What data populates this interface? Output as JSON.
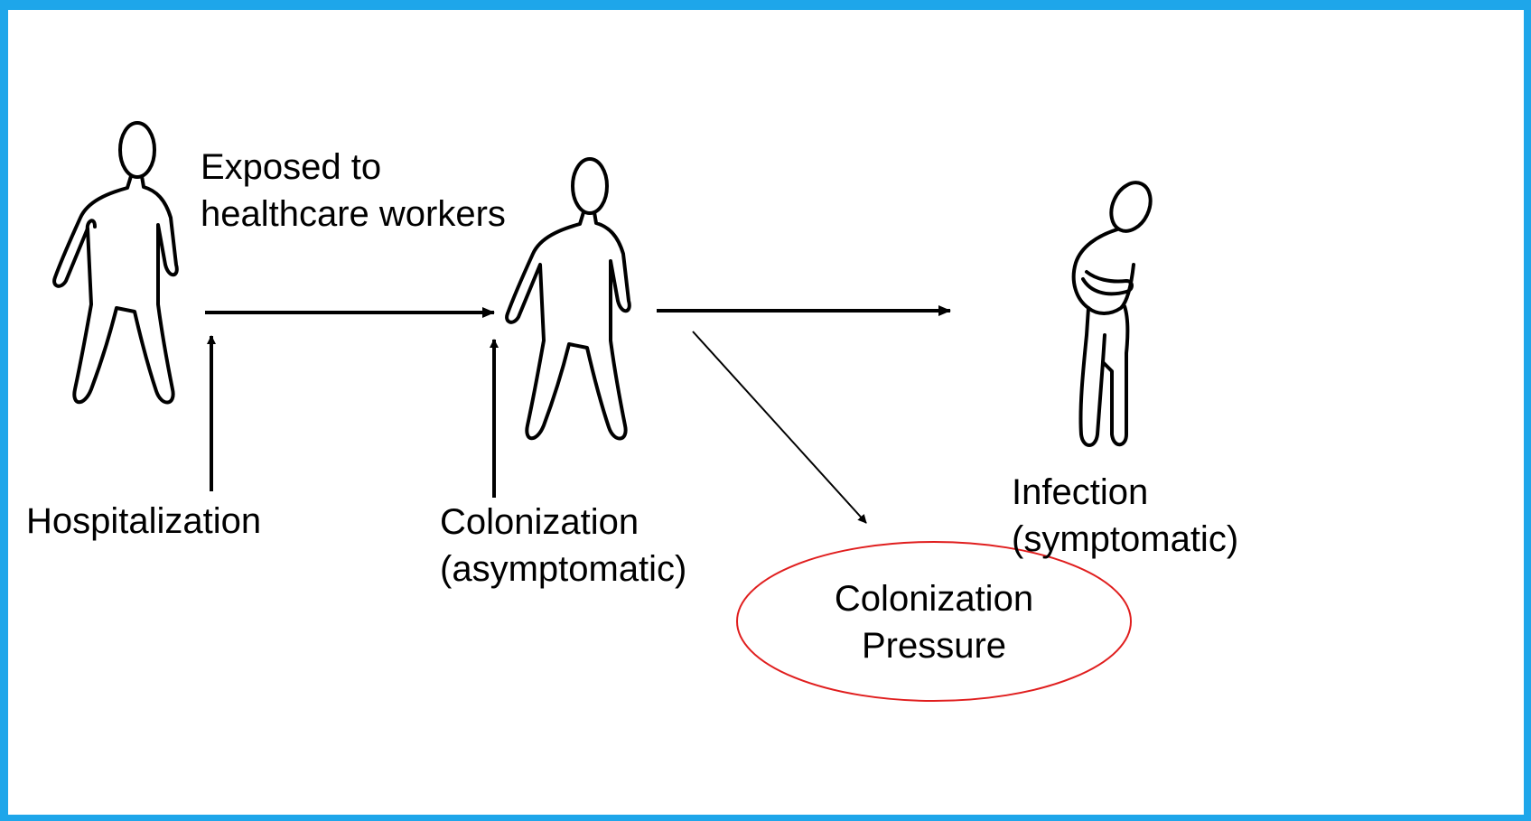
{
  "diagram": {
    "exposed_label_line1": "Exposed to",
    "exposed_label_line2": "healthcare workers",
    "hospitalization_label": "Hospitalization",
    "colonization_label_line1": "Colonization",
    "colonization_label_line2": "(asymptomatic)",
    "infection_label_line1": "Infection",
    "infection_label_line2": "(symptomatic)",
    "pressure_label_line1": "Colonization",
    "pressure_label_line2": "Pressure",
    "colors": {
      "frame": "#1ea6ea",
      "outer_background": "#0f0f6a",
      "canvas": "#ffffff",
      "ink": "#000000",
      "highlight_ellipse": "#e01e1e"
    }
  }
}
